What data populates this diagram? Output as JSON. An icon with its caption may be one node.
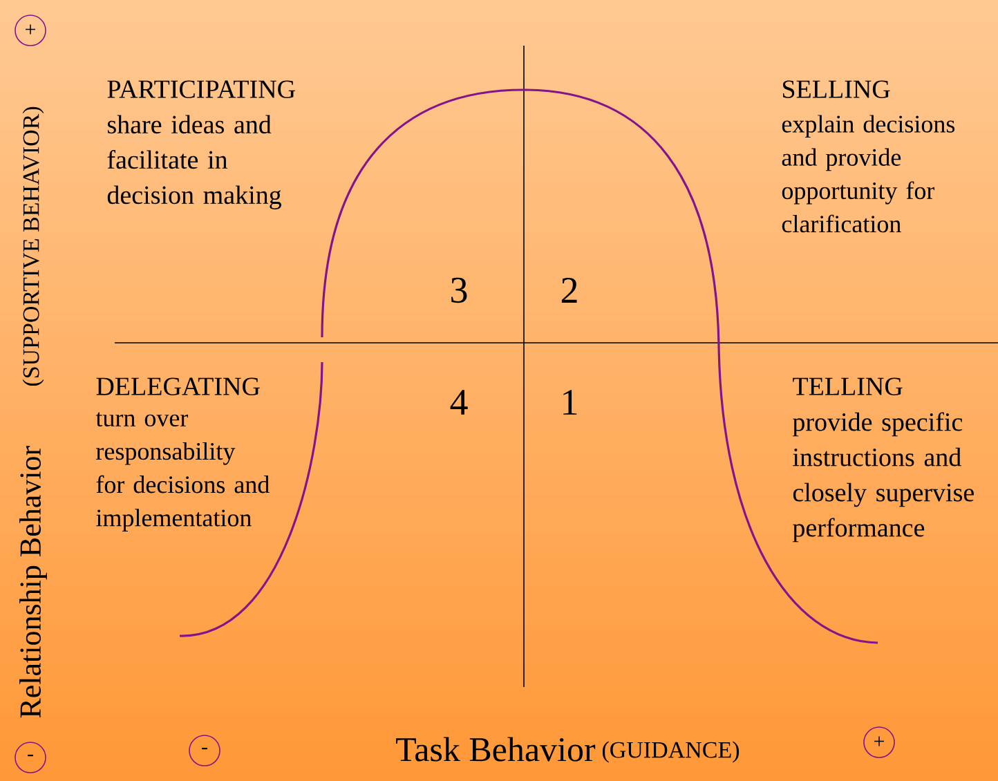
{
  "diagram": {
    "nodes": [
      {
        "text": [
          "+"
        ]
      },
      {
        "text": [
          "-"
        ]
      },
      {
        "text": [
          "-"
        ]
      },
      {
        "text": [
          "+"
        ]
      }
    ],
    "labels": [
      "PARTICIPATING",
      "share ideas and facilitate in decision making",
      "SELLING",
      "explain decisions and provide opportunity for clarification",
      "3",
      "2",
      "DELEGATING",
      "turn over responsability for decisions and implementation",
      "4",
      "1",
      "TELLING",
      "provide specific instructions and closely supervise performance",
      "Relationship Behavior",
      "(SUPPORTIVE BEHAVIOR)",
      "Task Behavior",
      "(GUIDANCE)"
    ]
  }
}
